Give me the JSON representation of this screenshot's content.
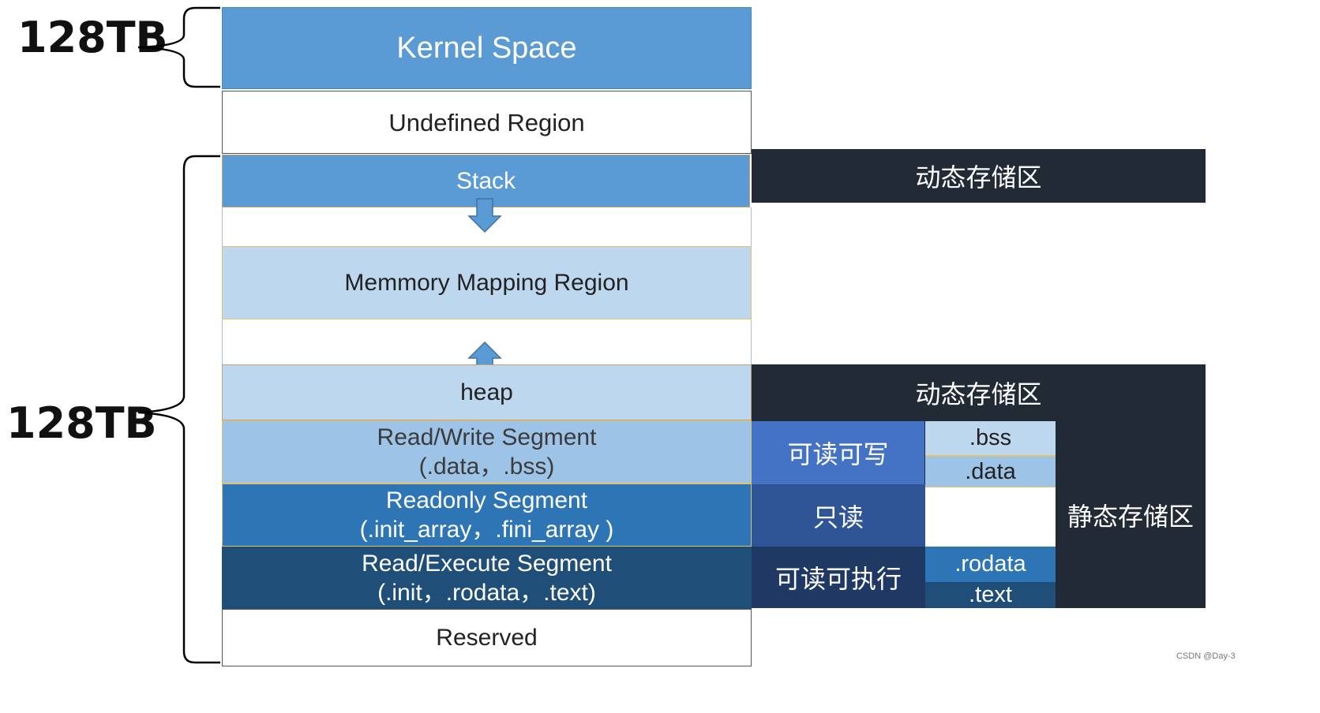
{
  "size_labels": {
    "top": "128TB",
    "bottom": "128TB"
  },
  "segments": {
    "kernel": "Kernel Space",
    "undefined": "Undefined Region",
    "stack": "Stack",
    "mmap": "Memmory Mapping Region",
    "heap": "heap",
    "rw_line1": "Read/Write Segment",
    "rw_line2": "(.data，.bss)",
    "ro_line1": "Readonly Segment",
    "ro_line2": "(.init_array，.fini_array )",
    "rx_line1": "Read/Execute Segment",
    "rx_line2": "(.init，.rodata，.text)",
    "reserved": "Reserved"
  },
  "right": {
    "dynamic_top": "动态存储区",
    "dynamic_heap": "动态存储区",
    "perm_rw": "可读可写",
    "perm_ro": "只读",
    "perm_rx": "可读可执行",
    "sec_bss": ".bss",
    "sec_data": ".data",
    "sec_rodata": ".rodata",
    "sec_text": ".text",
    "static": "静态存储区"
  },
  "watermark": "CSDN @Day-3",
  "colors": {
    "kernel": "#5b9bd5",
    "stack": "#5b9bd5",
    "mmap": "#bdd7ee",
    "heap": "#bdd7ee",
    "rw": "#9dc3e6",
    "ro": "#2e75b6",
    "rx": "#1f4e79",
    "dark": "#222a35",
    "perm_rw": "#4472c4",
    "perm_ro": "#2f5597",
    "perm_rx": "#203864"
  }
}
